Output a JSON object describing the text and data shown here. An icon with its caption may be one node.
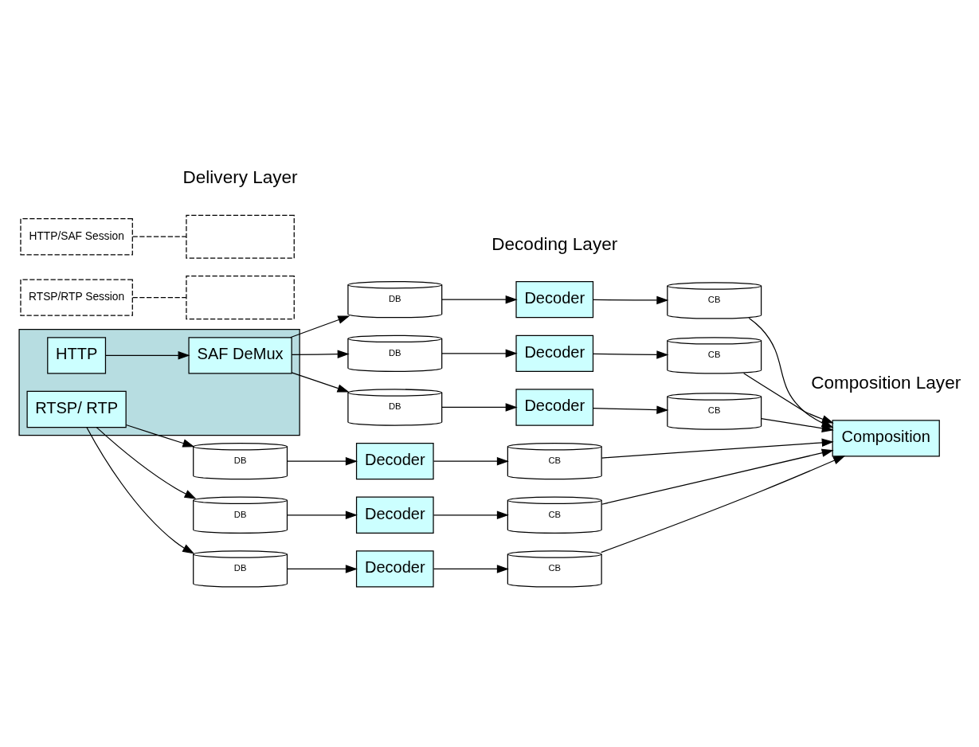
{
  "diagram": {
    "nodes": [
      {
        "text": [],
        "shape": "box"
      },
      {
        "text": [
          "HTTP"
        ],
        "in": 0
      },
      {
        "text": [
          "SAF DeMux"
        ],
        "in": 0
      },
      {
        "text": [
          "RTSP/ RTP"
        ],
        "in": 0
      },
      {
        "text": [
          "DB"
        ]
      },
      {
        "text": [
          "DB"
        ]
      },
      {
        "text": [
          "DB"
        ]
      },
      {
        "text": [
          "DB"
        ]
      },
      {
        "text": [
          "DB"
        ]
      },
      {
        "text": [
          "DB"
        ]
      },
      {
        "text": [
          "Decoder"
        ]
      },
      {
        "text": [
          "Decoder"
        ]
      },
      {
        "text": [
          "Decoder"
        ]
      },
      {
        "text": [
          "Decoder"
        ]
      },
      {
        "text": [
          "Decoder"
        ]
      },
      {
        "text": [
          "Decoder"
        ]
      },
      {
        "text": [
          "CB"
        ]
      },
      {
        "text": [
          "CB"
        ]
      },
      {
        "text": [
          "CB"
        ]
      },
      {
        "text": [
          "CB"
        ]
      },
      {
        "text": [
          "CB"
        ]
      },
      {
        "text": [
          "CB"
        ]
      },
      {
        "text": [
          "Composition"
        ]
      },
      {
        "text": [
          "HTTP/SAF Session"
        ]
      },
      {
        "text": [
          "RTSP/RTP Session"
        ]
      },
      {
        "text": [],
        "shape": "box"
      },
      {
        "text": [],
        "shape": "box"
      }
    ],
    "edges": [
      {
        "from": 1,
        "to": 2,
        "arrow": "to"
      },
      {
        "from": 2,
        "to": 4,
        "arrow": "to"
      },
      {
        "from": 2,
        "to": 5,
        "arrow": "to"
      },
      {
        "from": 2,
        "to": 6,
        "arrow": "to"
      },
      {
        "from": 3,
        "to": 7,
        "arrow": "to"
      },
      {
        "from": 3,
        "to": 8,
        "arrow": "to"
      },
      {
        "from": 3,
        "to": 9,
        "arrow": "to"
      },
      {
        "from": 4,
        "to": 10,
        "arrow": "to"
      },
      {
        "from": 5,
        "to": 11,
        "arrow": "to"
      },
      {
        "from": 6,
        "to": 12,
        "arrow": "to"
      },
      {
        "from": 7,
        "to": 13,
        "arrow": "to"
      },
      {
        "from": 8,
        "to": 14,
        "arrow": "to"
      },
      {
        "from": 9,
        "to": 15,
        "arrow": "to"
      },
      {
        "from": 10,
        "to": 16,
        "arrow": "to"
      },
      {
        "from": 11,
        "to": 17,
        "arrow": "to"
      },
      {
        "from": 12,
        "to": 18,
        "arrow": "to"
      },
      {
        "from": 13,
        "to": 19,
        "arrow": "to"
      },
      {
        "from": 14,
        "to": 20,
        "arrow": "to"
      },
      {
        "from": 15,
        "to": 21,
        "arrow": "to"
      },
      {
        "from": 16,
        "to": 22,
        "arrow": "to"
      },
      {
        "from": 17,
        "to": 22,
        "arrow": "to"
      },
      {
        "from": 18,
        "to": 22,
        "arrow": "to"
      },
      {
        "from": 19,
        "to": 22,
        "arrow": "to"
      },
      {
        "from": 20,
        "to": 22,
        "arrow": "to"
      },
      {
        "from": 21,
        "to": 22,
        "arrow": "to"
      },
      {
        "from": 23,
        "to": 25,
        "arrow": "none",
        "style": "dashed"
      },
      {
        "from": 24,
        "to": 26,
        "arrow": "none",
        "style": "dashed"
      }
    ],
    "labels": [
      "Delivery Layer",
      "Decoding Layer",
      "Composition Layer"
    ]
  }
}
